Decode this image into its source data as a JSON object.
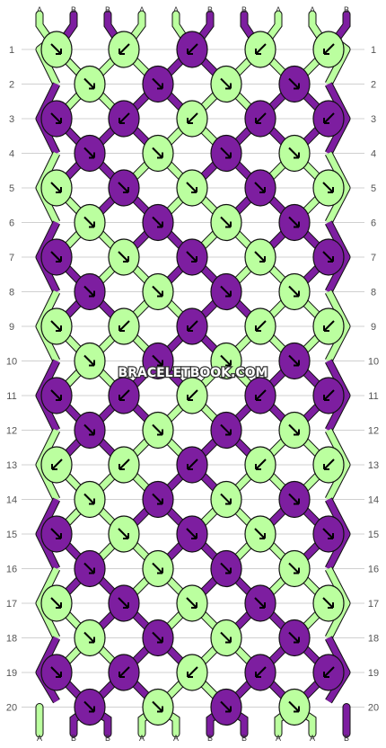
{
  "watermark": "BRACELETBOOK.COM",
  "colors": {
    "A": "#bbff9f",
    "B": "#7d1ea0",
    "outline": "#111111",
    "grid": "#d0d0d0"
  },
  "top_labels": [
    "A",
    "B",
    "B",
    "A",
    "A",
    "B",
    "B",
    "A",
    "A",
    "B"
  ],
  "bottom_labels": [
    "A",
    "B",
    "B",
    "A",
    "A",
    "B",
    "B",
    "A",
    "A",
    "B"
  ],
  "rows": [
    {
      "num": 1,
      "knots": [
        {
          "c": "A",
          "d": "se"
        },
        {
          "c": "A",
          "d": "sw"
        },
        {
          "c": "B",
          "d": "sw"
        },
        {
          "c": "A",
          "d": "sw"
        },
        {
          "c": "A",
          "d": "sw"
        }
      ]
    },
    {
      "num": 2,
      "knots": [
        {
          "c": "A",
          "d": "se"
        },
        {
          "c": "B",
          "d": "se"
        },
        {
          "c": "A",
          "d": "se"
        },
        {
          "c": "B",
          "d": "se"
        }
      ]
    },
    {
      "num": 3,
      "knots": [
        {
          "c": "B",
          "d": "se"
        },
        {
          "c": "B",
          "d": "sw"
        },
        {
          "c": "A",
          "d": "sw"
        },
        {
          "c": "B",
          "d": "sw"
        },
        {
          "c": "B",
          "d": "sw"
        }
      ]
    },
    {
      "num": 4,
      "knots": [
        {
          "c": "B",
          "d": "se"
        },
        {
          "c": "A",
          "d": "se"
        },
        {
          "c": "B",
          "d": "se"
        },
        {
          "c": "A",
          "d": "se"
        }
      ]
    },
    {
      "num": 5,
      "knots": [
        {
          "c": "A",
          "d": "se"
        },
        {
          "c": "B",
          "d": "se"
        },
        {
          "c": "A",
          "d": "se"
        },
        {
          "c": "B",
          "d": "se"
        },
        {
          "c": "A",
          "d": "se"
        }
      ]
    },
    {
      "num": 6,
      "knots": [
        {
          "c": "A",
          "d": "se"
        },
        {
          "c": "B",
          "d": "se"
        },
        {
          "c": "A",
          "d": "se"
        },
        {
          "c": "B",
          "d": "se"
        }
      ]
    },
    {
      "num": 7,
      "knots": [
        {
          "c": "B",
          "d": "se"
        },
        {
          "c": "A",
          "d": "se"
        },
        {
          "c": "B",
          "d": "se"
        },
        {
          "c": "A",
          "d": "se"
        },
        {
          "c": "B",
          "d": "se"
        }
      ]
    },
    {
      "num": 8,
      "knots": [
        {
          "c": "B",
          "d": "se"
        },
        {
          "c": "A",
          "d": "se"
        },
        {
          "c": "B",
          "d": "se"
        },
        {
          "c": "A",
          "d": "se"
        }
      ]
    },
    {
      "num": 9,
      "knots": [
        {
          "c": "A",
          "d": "se"
        },
        {
          "c": "A",
          "d": "sw"
        },
        {
          "c": "B",
          "d": "sw"
        },
        {
          "c": "A",
          "d": "sw"
        },
        {
          "c": "A",
          "d": "sw"
        }
      ]
    },
    {
      "num": 10,
      "knots": [
        {
          "c": "A",
          "d": "se"
        },
        {
          "c": "B",
          "d": "se"
        },
        {
          "c": "A",
          "d": "se"
        },
        {
          "c": "B",
          "d": "se"
        }
      ]
    },
    {
      "num": 11,
      "knots": [
        {
          "c": "B",
          "d": "se"
        },
        {
          "c": "B",
          "d": "sw"
        },
        {
          "c": "A",
          "d": "sw"
        },
        {
          "c": "B",
          "d": "sw"
        },
        {
          "c": "B",
          "d": "sw"
        }
      ]
    },
    {
      "num": 12,
      "knots": [
        {
          "c": "B",
          "d": "se"
        },
        {
          "c": "A",
          "d": "se"
        },
        {
          "c": "B",
          "d": "se"
        },
        {
          "c": "A",
          "d": "se"
        }
      ]
    },
    {
      "num": 13,
      "knots": [
        {
          "c": "A",
          "d": "sw"
        },
        {
          "c": "A",
          "d": "sw"
        },
        {
          "c": "B",
          "d": "sw"
        },
        {
          "c": "A",
          "d": "sw"
        },
        {
          "c": "A",
          "d": "sw"
        }
      ]
    },
    {
      "num": 14,
      "knots": [
        {
          "c": "A",
          "d": "se"
        },
        {
          "c": "B",
          "d": "se"
        },
        {
          "c": "A",
          "d": "se"
        },
        {
          "c": "B",
          "d": "se"
        }
      ]
    },
    {
      "num": 15,
      "knots": [
        {
          "c": "B",
          "d": "se"
        },
        {
          "c": "A",
          "d": "se"
        },
        {
          "c": "B",
          "d": "se"
        },
        {
          "c": "A",
          "d": "se"
        },
        {
          "c": "B",
          "d": "se"
        }
      ]
    },
    {
      "num": 16,
      "knots": [
        {
          "c": "B",
          "d": "se"
        },
        {
          "c": "A",
          "d": "se"
        },
        {
          "c": "B",
          "d": "se"
        },
        {
          "c": "A",
          "d": "se"
        }
      ]
    },
    {
      "num": 17,
      "knots": [
        {
          "c": "A",
          "d": "se"
        },
        {
          "c": "B",
          "d": "se"
        },
        {
          "c": "A",
          "d": "se"
        },
        {
          "c": "B",
          "d": "se"
        },
        {
          "c": "A",
          "d": "se"
        }
      ]
    },
    {
      "num": 18,
      "knots": [
        {
          "c": "A",
          "d": "se"
        },
        {
          "c": "B",
          "d": "se"
        },
        {
          "c": "A",
          "d": "se"
        },
        {
          "c": "B",
          "d": "se"
        }
      ]
    },
    {
      "num": 19,
      "knots": [
        {
          "c": "B",
          "d": "se"
        },
        {
          "c": "B",
          "d": "sw"
        },
        {
          "c": "A",
          "d": "sw"
        },
        {
          "c": "B",
          "d": "sw"
        },
        {
          "c": "B",
          "d": "sw"
        }
      ]
    },
    {
      "num": 20,
      "knots": [
        {
          "c": "B",
          "d": "se"
        },
        {
          "c": "A",
          "d": "se"
        },
        {
          "c": "B",
          "d": "se"
        },
        {
          "c": "A",
          "d": "se"
        }
      ]
    }
  ]
}
